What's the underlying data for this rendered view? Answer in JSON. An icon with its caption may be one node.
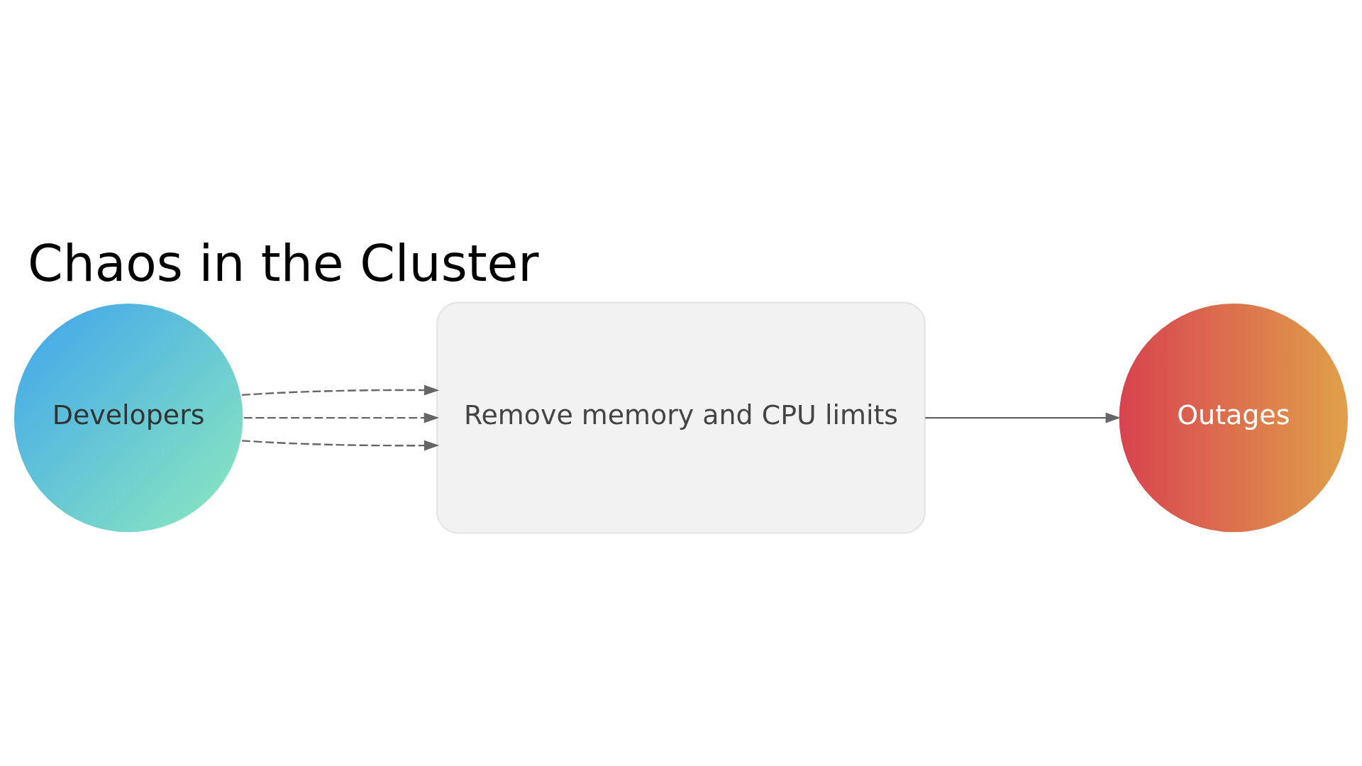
{
  "diagram": {
    "title": "Chaos in the Cluster",
    "nodes": [
      {
        "text": [
          "Developers"
        ]
      },
      {
        "text": [
          "Remove memory and CPU limits"
        ]
      },
      {
        "text": [
          "Outages"
        ]
      }
    ],
    "edges": [
      {
        "from": 0,
        "to": 1,
        "arrow": "to",
        "style": "dashed"
      },
      {
        "from": 0,
        "to": 1,
        "arrow": "to",
        "style": "dashed"
      },
      {
        "from": 0,
        "to": 1,
        "arrow": "to",
        "style": "dashed"
      },
      {
        "from": 1,
        "to": 2,
        "arrow": "to"
      }
    ]
  }
}
